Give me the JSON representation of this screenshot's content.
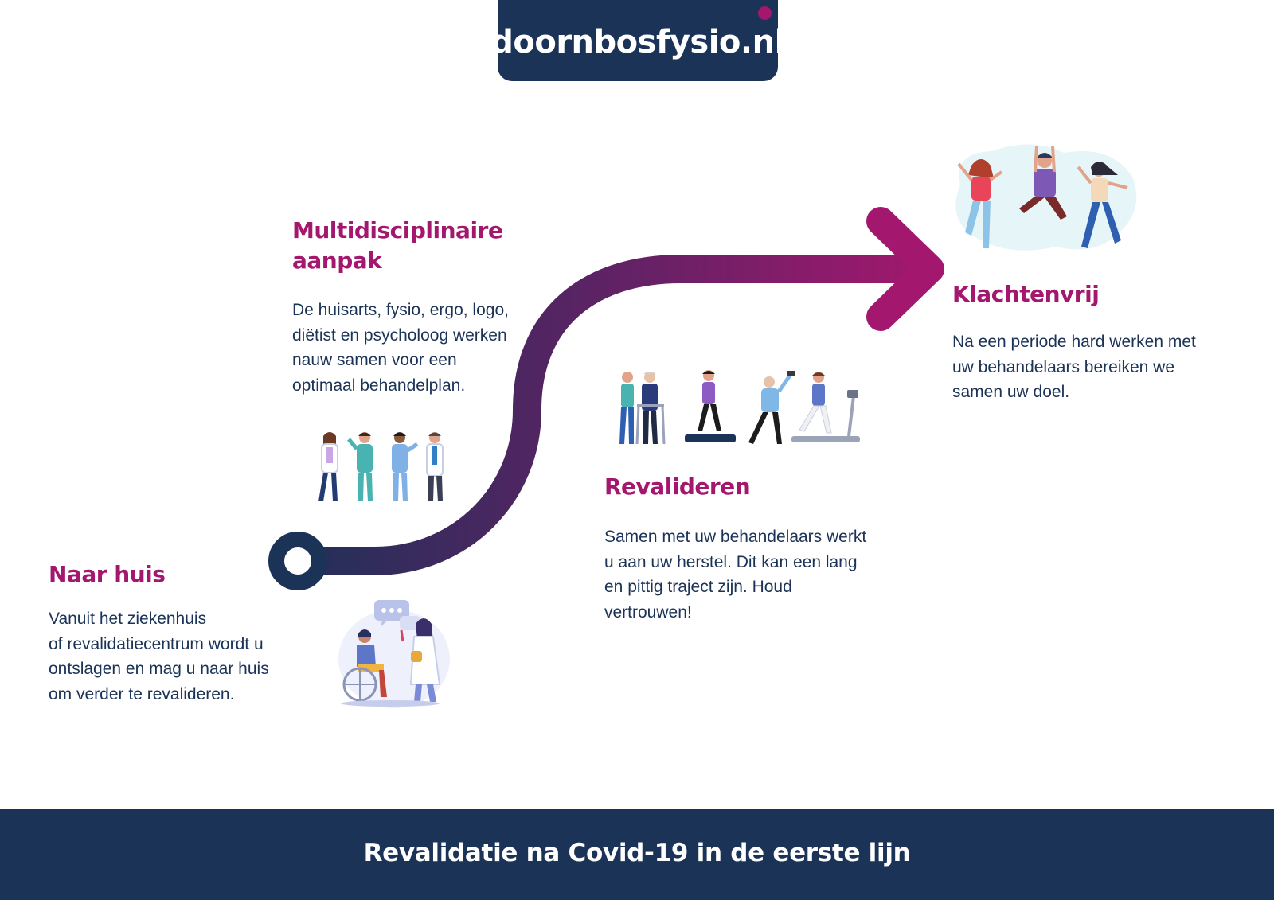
{
  "brand": {
    "logo_text": "doornbosfysio.nl",
    "navy": "#1b3357",
    "magenta": "#a3186e"
  },
  "steps": [
    {
      "heading": "Naar huis",
      "lines": [
        "Vanuit het ziekenhuis",
        "of revalidatiecentrum wordt u",
        "ontslagen en mag u naar huis",
        "om verder te revalideren."
      ],
      "illustration": "wheelchair-consultation-illustration"
    },
    {
      "heading_lines": [
        "Multidisciplinaire",
        "aanpak"
      ],
      "lines": [
        "De huisarts, fysio, ergo, logo,",
        "diëtist en psycholoog werken",
        "nauw samen voor een",
        "optimaal behandelplan."
      ],
      "illustration": "care-team-illustration"
    },
    {
      "heading": "Revalideren",
      "lines": [
        "Samen met uw behandelaars werkt",
        "u aan uw herstel.  Dit kan een lang",
        "en pittig traject zijn. Houd",
        "vertrouwen!"
      ],
      "illustration": "exercise-illustration"
    },
    {
      "heading": "Klachtenvrij",
      "lines": [
        "Na een periode hard werken met",
        "uw behandelaars  bereiken we",
        "samen uw doel."
      ],
      "illustration": "celebrating-people-illustration"
    }
  ],
  "footer": {
    "title": "Revalidatie na Covid-19 in de eerste lijn"
  }
}
